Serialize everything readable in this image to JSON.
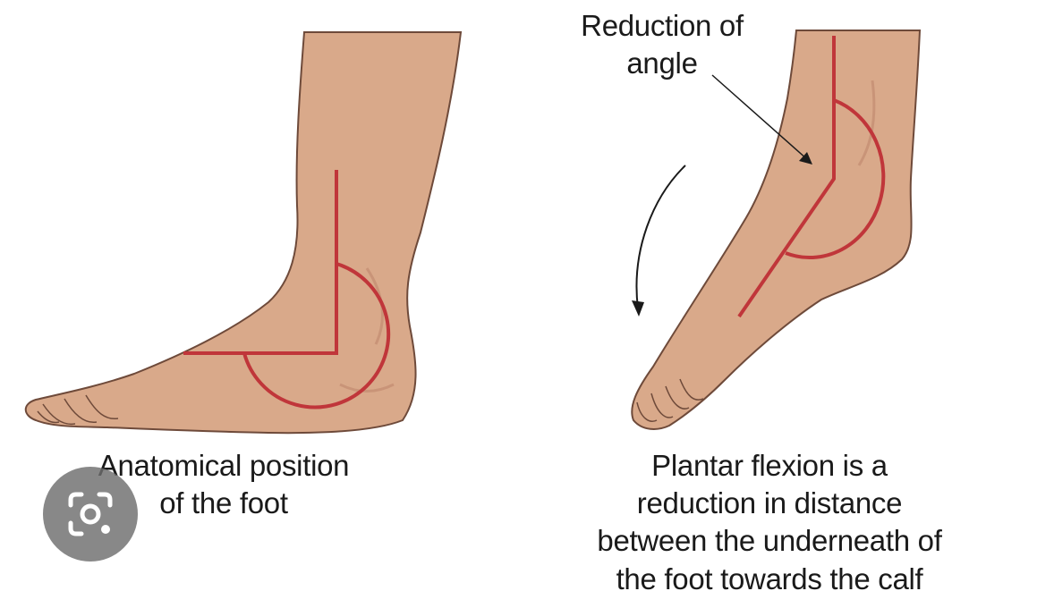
{
  "left_panel": {
    "caption_lines": [
      "Anatomical position",
      "of the foot"
    ]
  },
  "right_panel": {
    "annotation_lines": [
      "Reduction of",
      "angle"
    ],
    "caption_lines": [
      "Plantar flexion is a",
      "reduction in distance",
      "between the underneath of",
      "the foot towards the calf"
    ]
  },
  "colors": {
    "skin": "#d9a98a",
    "skin_shadow": "#c99478",
    "outline": "#6e4a3a",
    "angle_marker": "#c0363a",
    "text": "#1a1a1a",
    "lens_overlay": "#6e6e6e"
  },
  "overlay": {
    "icon": "camera-search-icon"
  }
}
